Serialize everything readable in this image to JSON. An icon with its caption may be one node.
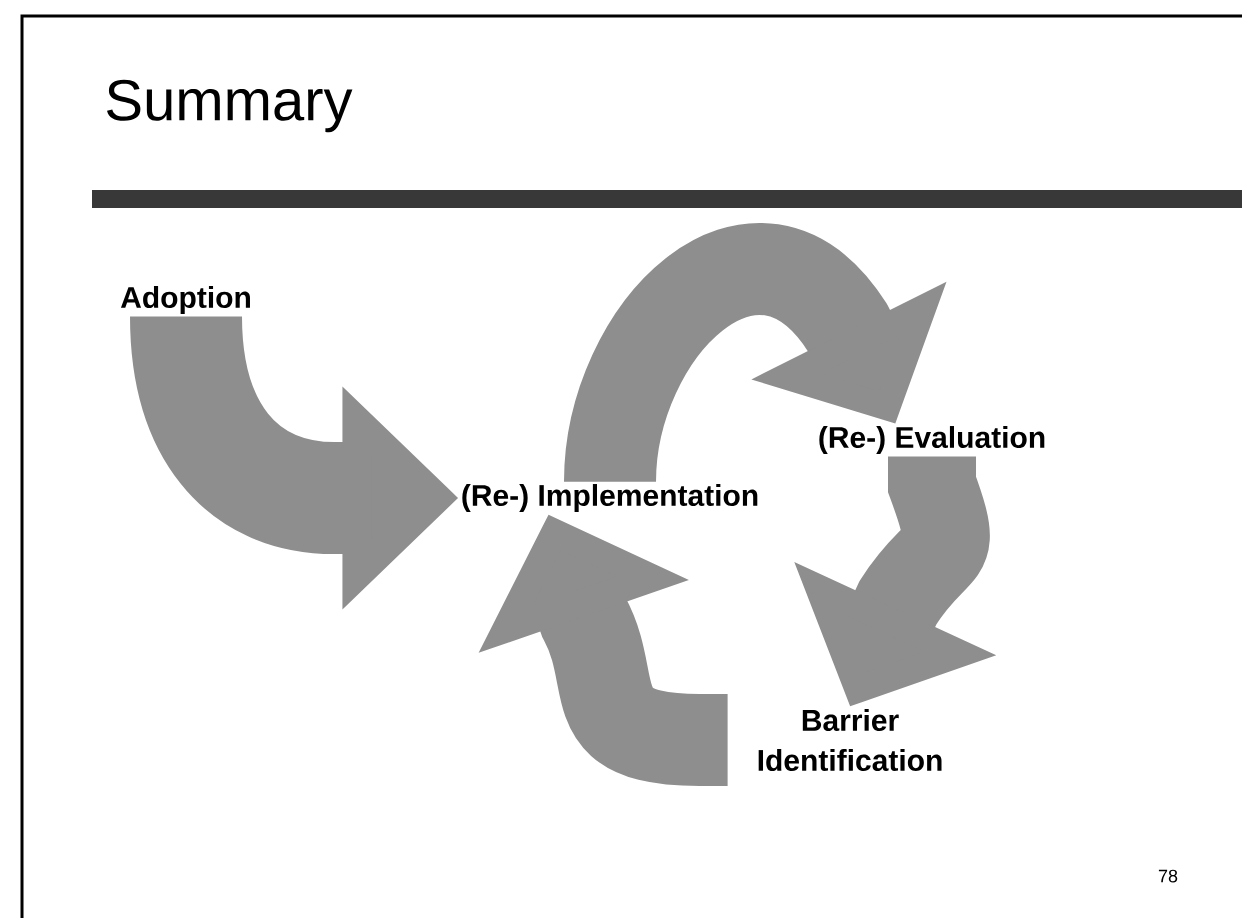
{
  "diagram": {
    "title": "Summary",
    "nodes": [
      {
        "text": [
          "Adoption"
        ]
      },
      {
        "text": [
          "(Re-) Implementation"
        ]
      },
      {
        "text": [
          "(Re-) Evaluation"
        ]
      },
      {
        "text": [
          "Barrier Identification"
        ]
      }
    ],
    "edges": [
      {
        "from": 0,
        "to": 1,
        "arrow": "to"
      },
      {
        "from": 1,
        "to": 2,
        "arrow": "to"
      },
      {
        "from": 2,
        "to": 3,
        "arrow": "to"
      },
      {
        "from": 3,
        "to": 1,
        "arrow": "to"
      }
    ],
    "labels": [
      "78"
    ]
  }
}
